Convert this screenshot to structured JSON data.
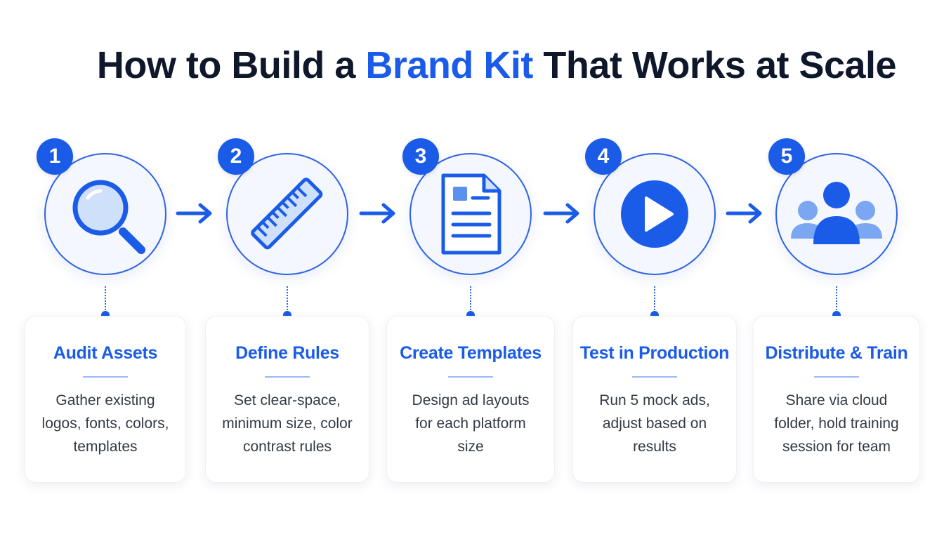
{
  "title": {
    "prefix": "How to Build a ",
    "highlight": "Brand Kit",
    "suffix": " That Works at Scale"
  },
  "colors": {
    "accent": "#1a5ce8",
    "heading": "#0f172a",
    "body_text": "#333a45"
  },
  "steps": [
    {
      "number": "1",
      "icon": "magnifying-glass-icon",
      "title": "Audit Assets",
      "lines": [
        "Gather existing",
        "logos, fonts, colors,",
        "templates"
      ]
    },
    {
      "number": "2",
      "icon": "ruler-icon",
      "title": "Define Rules",
      "lines": [
        "Set clear-space,",
        "minimum size, color",
        "contrast rules"
      ]
    },
    {
      "number": "3",
      "icon": "document-icon",
      "title": "Create Templates",
      "lines": [
        "Design ad layouts",
        "for each platform",
        "size"
      ]
    },
    {
      "number": "4",
      "icon": "play-icon",
      "title": "Test in Production",
      "lines": [
        "Run 5 mock ads,",
        "adjust based on",
        "results"
      ]
    },
    {
      "number": "5",
      "icon": "team-icon",
      "title": "Distribute & Train",
      "lines": [
        "Share via cloud",
        "folder, hold training",
        "session for team"
      ]
    }
  ]
}
